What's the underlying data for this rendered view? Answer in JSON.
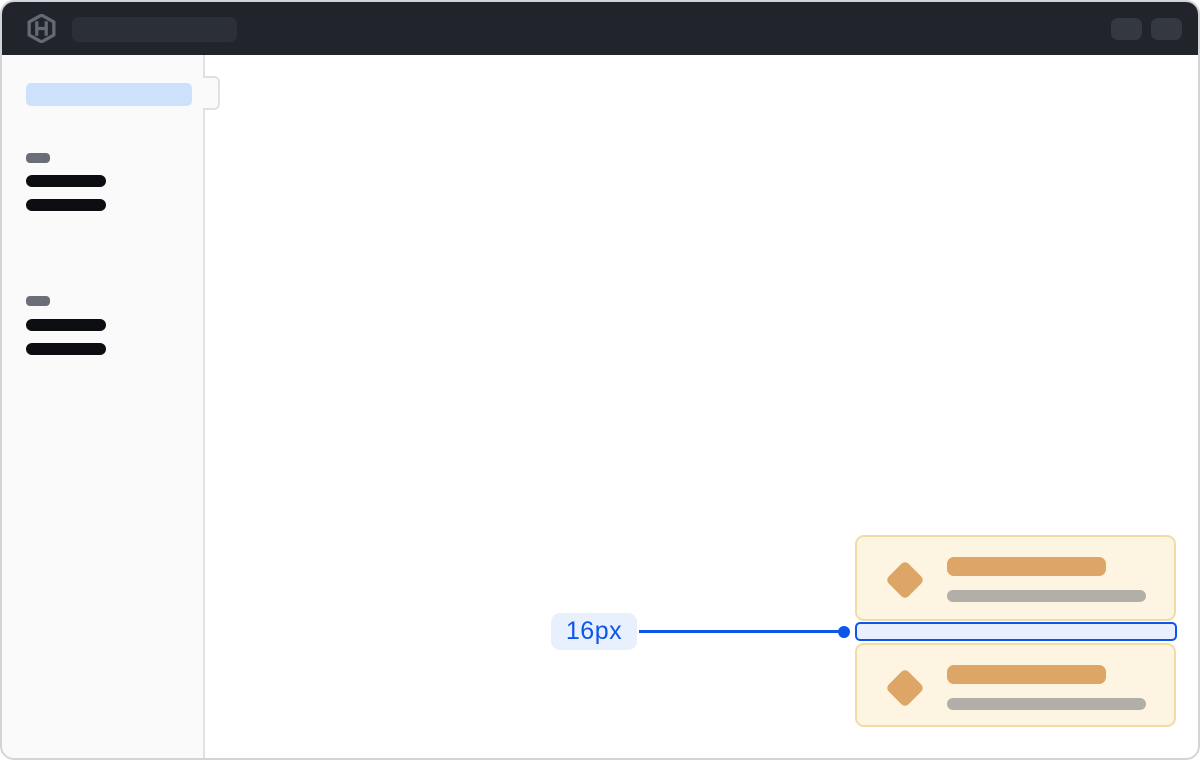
{
  "annotation": {
    "label": "16px",
    "meaning": "spacing between stacked cards"
  },
  "topbar": {
    "logo_icon": "hashicorp-logo",
    "search_placeholder_pill": "skeleton-search-field",
    "actions": [
      {
        "icon": "topbar-action-placeholder-1"
      },
      {
        "icon": "topbar-action-placeholder-2"
      }
    ]
  },
  "sidebar": {
    "active_item": "skeleton-active-nav-item",
    "toggle": "sidebar-collapse-notch",
    "groups": [
      {
        "label": "skeleton-section-label",
        "items": [
          "skeleton-nav-link",
          "skeleton-nav-link"
        ]
      },
      {
        "label": "skeleton-section-label",
        "items": [
          "skeleton-nav-link",
          "skeleton-nav-link"
        ]
      }
    ]
  },
  "cards": [
    {
      "icon": "diamond-icon",
      "title": "skeleton-title-bar",
      "subtitle": "skeleton-subtitle-bar"
    },
    {
      "icon": "diamond-icon",
      "title": "skeleton-title-bar",
      "subtitle": "skeleton-subtitle-bar"
    }
  ],
  "colors": {
    "frame-border": "#d2d4da",
    "topbar-bg": "#21242b",
    "search-pill": "#2b2f37",
    "action-btn": "#343841",
    "logo-gray": "#646a73",
    "sidebar-bg": "#fafafa",
    "sidebar-border": "#dfe1e6",
    "active-blue": "#cde1fb",
    "pill-gray": "#6a6e76",
    "bar-black": "#0c0e12",
    "card-bg": "#fdf5e2",
    "card-border": "#f2dca6",
    "orange": "#dda566",
    "bar-gray": "#b2aea8",
    "annot-blue": "#0c56e9",
    "annot-fill": "#e9f0fd"
  }
}
